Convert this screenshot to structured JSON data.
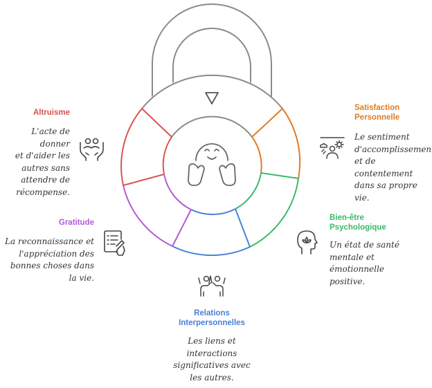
{
  "colors": {
    "altruisme": "#d9534f",
    "satisfaction": "#e07b24",
    "bienetre": "#3bb86a",
    "relations": "#4a7fd6",
    "gratitude": "#b35ad8",
    "neutral": "#8a8a8a"
  },
  "icons": {
    "center": "happy-face-icon",
    "altruisme": "helping-hands-icon",
    "satisfaction": "sun-weather-person-icon",
    "bienetre": "lotus-head-icon",
    "relations": "high-five-icon",
    "gratitude": "writing-list-icon"
  },
  "segments": [
    {
      "key": "altruisme",
      "title": "Altruisme",
      "description": "L'acte de donner\net d'aider les\nautres sans\nattendre de\nrécompense."
    },
    {
      "key": "satisfaction",
      "title": "Satisfaction\nPersonnelle",
      "description": "Le sentiment\nd'accomplissement\net de contentement\ndans sa propre\nvie."
    },
    {
      "key": "bienetre",
      "title": "Bien-être\nPsychologique",
      "description": "Un état de santé\nmentale et\némotionnelle\npositive."
    },
    {
      "key": "relations",
      "title": "Relations\nInterpersonnelles",
      "description": "Les liens et\ninteractions\nsignificatives avec\nles autres."
    },
    {
      "key": "gratitude",
      "title": "Gratitude",
      "description": "La reconnaissance et\nl'appréciation des\nbonnes choses dans\nla vie."
    }
  ]
}
